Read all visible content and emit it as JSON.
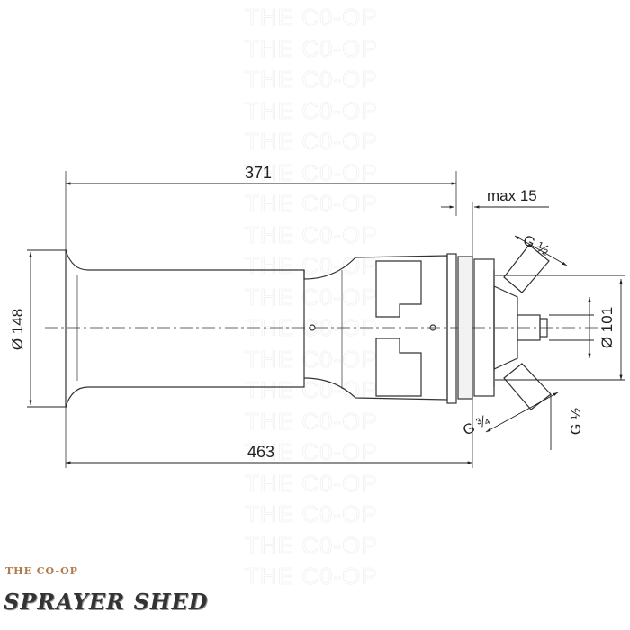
{
  "watermark": {
    "text": "THE C0-OP",
    "repeat": 19
  },
  "dimensions": {
    "overall_length": "371",
    "total_length": "463",
    "max_wall": "max 15",
    "diameter_body": "Ø 148",
    "diameter_flange": "Ø 101",
    "thread_top": "G ½",
    "thread_bottom_left": "G ¾",
    "thread_bottom_right": "G ½"
  },
  "logo": {
    "small": "THE CO-OP",
    "big": "SPRAYER SHED"
  }
}
